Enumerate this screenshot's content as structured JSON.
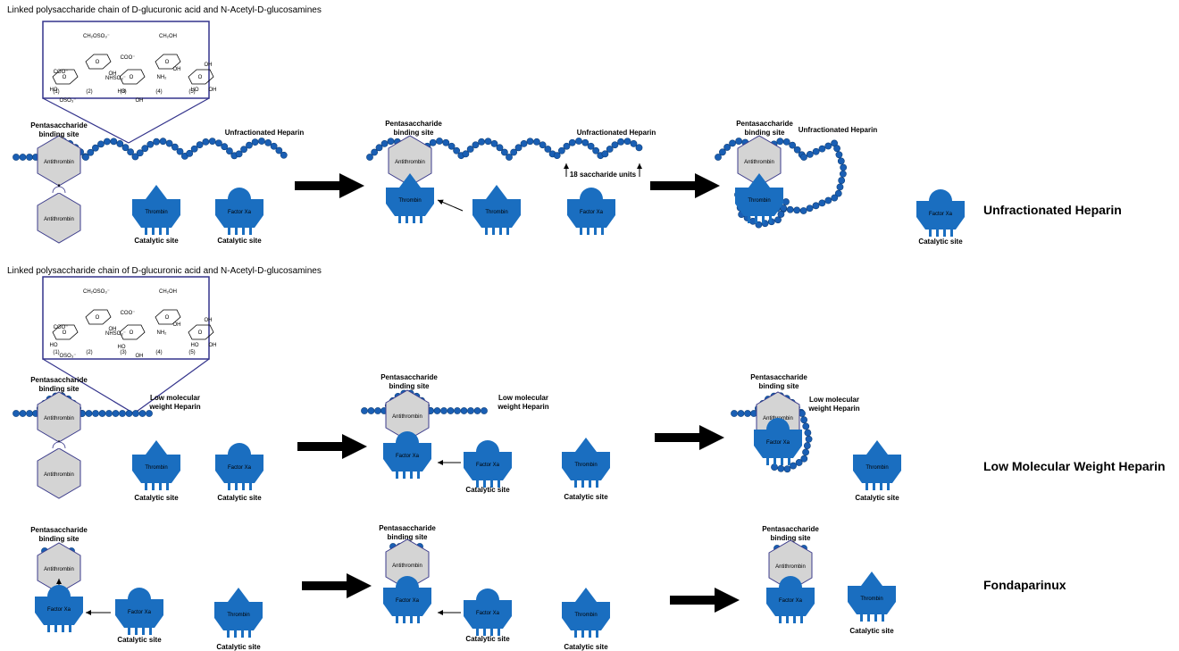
{
  "rows": [
    {
      "name": "Unfractionated Heparin",
      "chain_caption": "Linked polysaccharide chain of D-glucuronic acid and N-Acetyl-D-glucosamines",
      "heparin_label_line1": "Unfractionated Heparin",
      "saccharide_units": "18 saccharide units"
    },
    {
      "name": "Low Molecular Weight Heparin",
      "chain_caption": "Linked polysaccharide chain of D-glucuronic acid and N-Acetyl-D-glucosamines",
      "heparin_label_line1": "Low molecular",
      "heparin_label_line2": "weight Heparin"
    },
    {
      "name": "Fondaparinux"
    }
  ],
  "labels": {
    "pentasaccharide": "Pentasaccharide",
    "binding_site": "binding site",
    "antithrombin": "Antithrombin",
    "thrombin": "Thrombin",
    "factor_xa": "Factor Xa",
    "catalytic_site": "Catalytic site"
  },
  "structure": {
    "ch2oso3": "CH₂OSO₃⁻",
    "ch2oh": "CH₂OH",
    "coo": "COO⁻",
    "oh": "OH",
    "ho": "HO",
    "oso3": "OSO₃⁻",
    "nhso3": "NHSO₃⁻",
    "nh2": "NH₂",
    "o": "O",
    "units": [
      "(1)",
      "(2)",
      "(3)",
      "(4)",
      "(5)"
    ]
  },
  "colors": {
    "protein": "#1a6ec0",
    "bead": "#1a5fb4",
    "antithrombin_fill": "#d4d4d4",
    "antithrombin_stroke": "#3d3d8c",
    "box_stroke": "#34348c",
    "arrow": "#000000"
  }
}
